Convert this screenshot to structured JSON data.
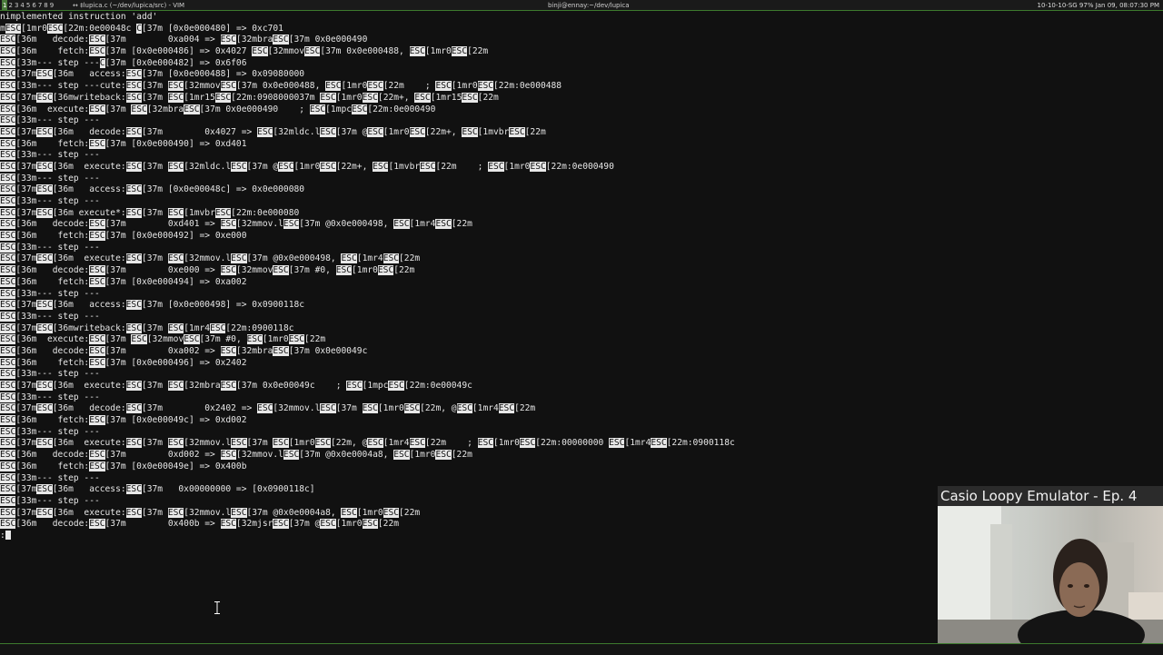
{
  "topbar": {
    "workspaces": [
      "1",
      "2",
      "3",
      "4",
      "5",
      "6",
      "7",
      "8",
      "9"
    ],
    "active_workspace": "1",
    "window_title": "↔ ‡lupica.c (~/dev/lupica/src) - VIM",
    "center_title": "binji@ennay:~/dev/lupica",
    "status": "10-10-10-SG  97%  Jan 09, 08:07:30 PM"
  },
  "terminal": {
    "lines": [
      [
        {
          "t": "nimplemented instruction 'add'"
        }
      ],
      [
        {
          "t": "m"
        },
        {
          "e": "ESC"
        },
        {
          "t": "[1mr0"
        },
        {
          "e": "ESC"
        },
        {
          "t": "[22m:0e00048c "
        },
        {
          "e": "C"
        },
        {
          "t": "[37m [0x0e000480] => 0xc701"
        }
      ],
      [
        {
          "e": "ESC"
        },
        {
          "t": "[36m   decode:"
        },
        {
          "e": "ESC"
        },
        {
          "t": "[37m        0xa004 => "
        },
        {
          "e": "ESC"
        },
        {
          "t": "[32mbra"
        },
        {
          "e": "ESC"
        },
        {
          "t": "[37m 0x0e000490"
        }
      ],
      [
        {
          "e": "ESC"
        },
        {
          "t": "[36m    fetch:"
        },
        {
          "e": "ESC"
        },
        {
          "t": "[37m [0x0e000486] => 0x4027 "
        },
        {
          "e": "ESC"
        },
        {
          "t": "[32mmov"
        },
        {
          "e": "ESC"
        },
        {
          "t": "[37m 0x0e000488, "
        },
        {
          "e": "ESC"
        },
        {
          "t": "[1mr0"
        },
        {
          "e": "ESC"
        },
        {
          "t": "[22m"
        }
      ],
      [
        {
          "e": "ESC"
        },
        {
          "t": "[33m--- step ---"
        },
        {
          "e": "C"
        },
        {
          "t": "[37m [0x0e000482] => 0x6f06"
        }
      ],
      [
        {
          "e": "ESC"
        },
        {
          "t": "[37m"
        },
        {
          "e": "ESC"
        },
        {
          "t": "[36m   access:"
        },
        {
          "e": "ESC"
        },
        {
          "t": "[37m [0x0e000488] => 0x09080000"
        }
      ],
      [
        {
          "e": "ESC"
        },
        {
          "t": "[33m--- step ---cute:"
        },
        {
          "e": "ESC"
        },
        {
          "t": "[37m "
        },
        {
          "e": "ESC"
        },
        {
          "t": "[32mmov"
        },
        {
          "e": "ESC"
        },
        {
          "t": "[37m 0x0e000488, "
        },
        {
          "e": "ESC"
        },
        {
          "t": "[1mr0"
        },
        {
          "e": "ESC"
        },
        {
          "t": "[22m    ; "
        },
        {
          "e": "ESC"
        },
        {
          "t": "[1mr0"
        },
        {
          "e": "ESC"
        },
        {
          "t": "[22m:0e000488"
        }
      ],
      [
        {
          "e": "ESC"
        },
        {
          "t": "[37m"
        },
        {
          "e": "ESC"
        },
        {
          "t": "[36mwriteback:"
        },
        {
          "e": "ESC"
        },
        {
          "t": "[37m "
        },
        {
          "e": "ESC"
        },
        {
          "t": "[1mr15"
        },
        {
          "e": "ESC"
        },
        {
          "t": "[22m:0908000037m "
        },
        {
          "e": "ESC"
        },
        {
          "t": "[1mr0"
        },
        {
          "e": "ESC"
        },
        {
          "t": "[22m+, "
        },
        {
          "e": "ESC"
        },
        {
          "t": "[1mr15"
        },
        {
          "e": "ESC"
        },
        {
          "t": "[22m"
        }
      ],
      [
        {
          "e": "ESC"
        },
        {
          "t": "[36m  execute:"
        },
        {
          "e": "ESC"
        },
        {
          "t": "[37m "
        },
        {
          "e": "ESC"
        },
        {
          "t": "[32mbra"
        },
        {
          "e": "ESC"
        },
        {
          "t": "[37m 0x0e000490    ; "
        },
        {
          "e": "ESC"
        },
        {
          "t": "[1mpc"
        },
        {
          "e": "ESC"
        },
        {
          "t": "[22m:0e000490"
        }
      ],
      [
        {
          "e": "ESC"
        },
        {
          "t": "[33m--- step ---"
        }
      ],
      [
        {
          "e": "ESC"
        },
        {
          "t": "[37m"
        },
        {
          "e": "ESC"
        },
        {
          "t": "[36m   decode:"
        },
        {
          "e": "ESC"
        },
        {
          "t": "[37m        0x4027 => "
        },
        {
          "e": "ESC"
        },
        {
          "t": "[32mldc.l"
        },
        {
          "e": "ESC"
        },
        {
          "t": "[37m @"
        },
        {
          "e": "ESC"
        },
        {
          "t": "[1mr0"
        },
        {
          "e": "ESC"
        },
        {
          "t": "[22m+, "
        },
        {
          "e": "ESC"
        },
        {
          "t": "[1mvbr"
        },
        {
          "e": "ESC"
        },
        {
          "t": "[22m"
        }
      ],
      [
        {
          "e": "ESC"
        },
        {
          "t": "[36m    fetch:"
        },
        {
          "e": "ESC"
        },
        {
          "t": "[37m [0x0e000490] => 0xd401"
        }
      ],
      [
        {
          "e": "ESC"
        },
        {
          "t": "[33m--- step ---"
        }
      ],
      [
        {
          "e": "ESC"
        },
        {
          "t": "[37m"
        },
        {
          "e": "ESC"
        },
        {
          "t": "[36m  execute:"
        },
        {
          "e": "ESC"
        },
        {
          "t": "[37m "
        },
        {
          "e": "ESC"
        },
        {
          "t": "[32mldc.l"
        },
        {
          "e": "ESC"
        },
        {
          "t": "[37m @"
        },
        {
          "e": "ESC"
        },
        {
          "t": "[1mr0"
        },
        {
          "e": "ESC"
        },
        {
          "t": "[22m+, "
        },
        {
          "e": "ESC"
        },
        {
          "t": "[1mvbr"
        },
        {
          "e": "ESC"
        },
        {
          "t": "[22m    ; "
        },
        {
          "e": "ESC"
        },
        {
          "t": "[1mr0"
        },
        {
          "e": "ESC"
        },
        {
          "t": "[22m:0e000490"
        }
      ],
      [
        {
          "e": "ESC"
        },
        {
          "t": "[33m--- step ---"
        }
      ],
      [
        {
          "e": "ESC"
        },
        {
          "t": "[37m"
        },
        {
          "e": "ESC"
        },
        {
          "t": "[36m   access:"
        },
        {
          "e": "ESC"
        },
        {
          "t": "[37m [0x0e00048c] => 0x0e000080"
        }
      ],
      [
        {
          "e": "ESC"
        },
        {
          "t": "[33m--- step ---"
        }
      ],
      [
        {
          "e": "ESC"
        },
        {
          "t": "[37m"
        },
        {
          "e": "ESC"
        },
        {
          "t": "[36m execute*:"
        },
        {
          "e": "ESC"
        },
        {
          "t": "[37m "
        },
        {
          "e": "ESC"
        },
        {
          "t": "[1mvbr"
        },
        {
          "e": "ESC"
        },
        {
          "t": "[22m:0e000080"
        }
      ],
      [
        {
          "e": "ESC"
        },
        {
          "t": "[36m   decode:"
        },
        {
          "e": "ESC"
        },
        {
          "t": "[37m        0xd401 => "
        },
        {
          "e": "ESC"
        },
        {
          "t": "[32mmov.l"
        },
        {
          "e": "ESC"
        },
        {
          "t": "[37m @0x0e000498, "
        },
        {
          "e": "ESC"
        },
        {
          "t": "[1mr4"
        },
        {
          "e": "ESC"
        },
        {
          "t": "[22m"
        }
      ],
      [
        {
          "e": "ESC"
        },
        {
          "t": "[36m    fetch:"
        },
        {
          "e": "ESC"
        },
        {
          "t": "[37m [0x0e000492] => 0xe000"
        }
      ],
      [
        {
          "e": "ESC"
        },
        {
          "t": "[33m--- step ---"
        }
      ],
      [
        {
          "e": "ESC"
        },
        {
          "t": "[37m"
        },
        {
          "e": "ESC"
        },
        {
          "t": "[36m  execute:"
        },
        {
          "e": "ESC"
        },
        {
          "t": "[37m "
        },
        {
          "e": "ESC"
        },
        {
          "t": "[32mmov.l"
        },
        {
          "e": "ESC"
        },
        {
          "t": "[37m @0x0e000498, "
        },
        {
          "e": "ESC"
        },
        {
          "t": "[1mr4"
        },
        {
          "e": "ESC"
        },
        {
          "t": "[22m"
        }
      ],
      [
        {
          "e": "ESC"
        },
        {
          "t": "[36m   decode:"
        },
        {
          "e": "ESC"
        },
        {
          "t": "[37m        0xe000 => "
        },
        {
          "e": "ESC"
        },
        {
          "t": "[32mmov"
        },
        {
          "e": "ESC"
        },
        {
          "t": "[37m #0, "
        },
        {
          "e": "ESC"
        },
        {
          "t": "[1mr0"
        },
        {
          "e": "ESC"
        },
        {
          "t": "[22m"
        }
      ],
      [
        {
          "e": "ESC"
        },
        {
          "t": "[36m    fetch:"
        },
        {
          "e": "ESC"
        },
        {
          "t": "[37m [0x0e000494] => 0xa002"
        }
      ],
      [
        {
          "e": "ESC"
        },
        {
          "t": "[33m--- step ---"
        }
      ],
      [
        {
          "e": "ESC"
        },
        {
          "t": "[37m"
        },
        {
          "e": "ESC"
        },
        {
          "t": "[36m   access:"
        },
        {
          "e": "ESC"
        },
        {
          "t": "[37m [0x0e000498] => 0x0900118c"
        }
      ],
      [
        {
          "e": "ESC"
        },
        {
          "t": "[33m--- step ---"
        }
      ],
      [
        {
          "e": "ESC"
        },
        {
          "t": "[37m"
        },
        {
          "e": "ESC"
        },
        {
          "t": "[36mwriteback:"
        },
        {
          "e": "ESC"
        },
        {
          "t": "[37m "
        },
        {
          "e": "ESC"
        },
        {
          "t": "[1mr4"
        },
        {
          "e": "ESC"
        },
        {
          "t": "[22m:0900118c"
        }
      ],
      [
        {
          "e": "ESC"
        },
        {
          "t": "[36m  execute:"
        },
        {
          "e": "ESC"
        },
        {
          "t": "[37m "
        },
        {
          "e": "ESC"
        },
        {
          "t": "[32mmov"
        },
        {
          "e": "ESC"
        },
        {
          "t": "[37m #0, "
        },
        {
          "e": "ESC"
        },
        {
          "t": "[1mr0"
        },
        {
          "e": "ESC"
        },
        {
          "t": "[22m"
        }
      ],
      [
        {
          "e": "ESC"
        },
        {
          "t": "[36m   decode:"
        },
        {
          "e": "ESC"
        },
        {
          "t": "[37m        0xa002 => "
        },
        {
          "e": "ESC"
        },
        {
          "t": "[32mbra"
        },
        {
          "e": "ESC"
        },
        {
          "t": "[37m 0x0e00049c"
        }
      ],
      [
        {
          "e": "ESC"
        },
        {
          "t": "[36m    fetch:"
        },
        {
          "e": "ESC"
        },
        {
          "t": "[37m [0x0e000496] => 0x2402"
        }
      ],
      [
        {
          "e": "ESC"
        },
        {
          "t": "[33m--- step ---"
        }
      ],
      [
        {
          "e": "ESC"
        },
        {
          "t": "[37m"
        },
        {
          "e": "ESC"
        },
        {
          "t": "[36m  execute:"
        },
        {
          "e": "ESC"
        },
        {
          "t": "[37m "
        },
        {
          "e": "ESC"
        },
        {
          "t": "[32mbra"
        },
        {
          "e": "ESC"
        },
        {
          "t": "[37m 0x0e00049c    ; "
        },
        {
          "e": "ESC"
        },
        {
          "t": "[1mpc"
        },
        {
          "e": "ESC"
        },
        {
          "t": "[22m:0e00049c"
        }
      ],
      [
        {
          "e": "ESC"
        },
        {
          "t": "[33m--- step ---"
        }
      ],
      [
        {
          "e": "ESC"
        },
        {
          "t": "[37m"
        },
        {
          "e": "ESC"
        },
        {
          "t": "[36m   decode:"
        },
        {
          "e": "ESC"
        },
        {
          "t": "[37m        0x2402 => "
        },
        {
          "e": "ESC"
        },
        {
          "t": "[32mmov.l"
        },
        {
          "e": "ESC"
        },
        {
          "t": "[37m "
        },
        {
          "e": "ESC"
        },
        {
          "t": "[1mr0"
        },
        {
          "e": "ESC"
        },
        {
          "t": "[22m, @"
        },
        {
          "e": "ESC"
        },
        {
          "t": "[1mr4"
        },
        {
          "e": "ESC"
        },
        {
          "t": "[22m"
        }
      ],
      [
        {
          "e": "ESC"
        },
        {
          "t": "[36m    fetch:"
        },
        {
          "e": "ESC"
        },
        {
          "t": "[37m [0x0e00049c] => 0xd002"
        }
      ],
      [
        {
          "e": "ESC"
        },
        {
          "t": "[33m--- step ---"
        }
      ],
      [
        {
          "e": "ESC"
        },
        {
          "t": "[37m"
        },
        {
          "e": "ESC"
        },
        {
          "t": "[36m  execute:"
        },
        {
          "e": "ESC"
        },
        {
          "t": "[37m "
        },
        {
          "e": "ESC"
        },
        {
          "t": "[32mmov.l"
        },
        {
          "e": "ESC"
        },
        {
          "t": "[37m "
        },
        {
          "e": "ESC"
        },
        {
          "t": "[1mr0"
        },
        {
          "e": "ESC"
        },
        {
          "t": "[22m, @"
        },
        {
          "e": "ESC"
        },
        {
          "t": "[1mr4"
        },
        {
          "e": "ESC"
        },
        {
          "t": "[22m    ; "
        },
        {
          "e": "ESC"
        },
        {
          "t": "[1mr0"
        },
        {
          "e": "ESC"
        },
        {
          "t": "[22m:00000000 "
        },
        {
          "e": "ESC"
        },
        {
          "t": "[1mr4"
        },
        {
          "e": "ESC"
        },
        {
          "t": "[22m:0900118c"
        }
      ],
      [
        {
          "e": "ESC"
        },
        {
          "t": "[36m   decode:"
        },
        {
          "e": "ESC"
        },
        {
          "t": "[37m        0xd002 => "
        },
        {
          "e": "ESC"
        },
        {
          "t": "[32mmov.l"
        },
        {
          "e": "ESC"
        },
        {
          "t": "[37m @0x0e0004a8, "
        },
        {
          "e": "ESC"
        },
        {
          "t": "[1mr0"
        },
        {
          "e": "ESC"
        },
        {
          "t": "[22m"
        }
      ],
      [
        {
          "e": "ESC"
        },
        {
          "t": "[36m    fetch:"
        },
        {
          "e": "ESC"
        },
        {
          "t": "[37m [0x0e00049e] => 0x400b"
        }
      ],
      [
        {
          "e": "ESC"
        },
        {
          "t": "[33m--- step ---"
        }
      ],
      [
        {
          "e": "ESC"
        },
        {
          "t": "[37m"
        },
        {
          "e": "ESC"
        },
        {
          "t": "[36m   access:"
        },
        {
          "e": "ESC"
        },
        {
          "t": "[37m   0x00000000 => [0x0900118c]"
        }
      ],
      [
        {
          "e": "ESC"
        },
        {
          "t": "[33m--- step ---"
        }
      ],
      [
        {
          "e": "ESC"
        },
        {
          "t": "[37m"
        },
        {
          "e": "ESC"
        },
        {
          "t": "[36m  execute:"
        },
        {
          "e": "ESC"
        },
        {
          "t": "[37m "
        },
        {
          "e": "ESC"
        },
        {
          "t": "[32mmov.l"
        },
        {
          "e": "ESC"
        },
        {
          "t": "[37m @0x0e0004a8, "
        },
        {
          "e": "ESC"
        },
        {
          "t": "[1mr0"
        },
        {
          "e": "ESC"
        },
        {
          "t": "[22m"
        }
      ],
      [
        {
          "e": "ESC"
        },
        {
          "t": "[36m   decode:"
        },
        {
          "e": "ESC"
        },
        {
          "t": "[37m        0x400b => "
        },
        {
          "e": "ESC"
        },
        {
          "t": "[32mjsr"
        },
        {
          "e": "ESC"
        },
        {
          "t": "[37m @"
        },
        {
          "e": "ESC"
        },
        {
          "t": "[1mr0"
        },
        {
          "e": "ESC"
        },
        {
          "t": "[22m"
        }
      ]
    ],
    "prompt": ":"
  },
  "overlay": {
    "title": "Casio Loopy Emulator - Ep. 4"
  },
  "colors": {
    "background": "#111111",
    "text": "#e6e6e6",
    "esc_highlight": "#e8e8e8",
    "accent_line": "#3d7a2e"
  }
}
